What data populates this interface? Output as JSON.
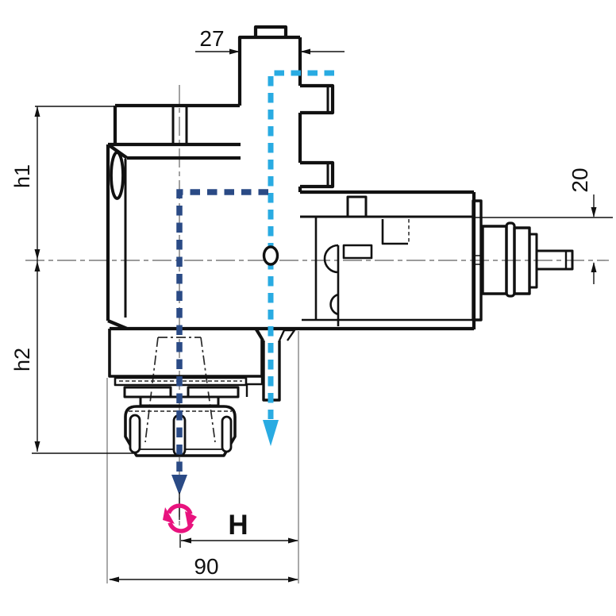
{
  "drawing": {
    "dimensions": {
      "top_width": "27",
      "height_upper": "h1",
      "height_lower": "h2",
      "shaft_height": "20",
      "gauge_length": "H",
      "body_width": "90"
    },
    "colors": {
      "outline": "#111111",
      "centerline": "#7b7b7b",
      "coolant_cyan": "#29abe2",
      "axis_navy": "#2a4a85",
      "rotation_magenta": "#e8137e"
    },
    "icons": {
      "coolant_flow": "coolant-flow-arrow",
      "axis_flow": "tool-axis-flow-arrow",
      "rotation": "spindle-rotation-icon"
    }
  }
}
